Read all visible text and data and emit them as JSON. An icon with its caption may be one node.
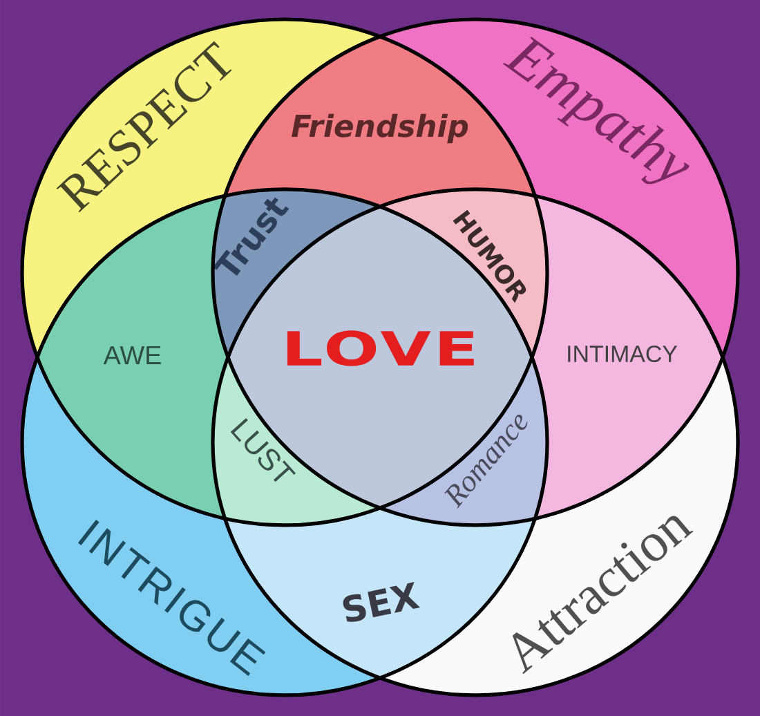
{
  "diagram": {
    "nodes": [
      {
        "text": [
          "RESPECT"
        ]
      },
      {
        "text": [
          "Empathy"
        ]
      },
      {
        "text": [
          "Friendship"
        ]
      },
      {
        "text": [
          "Trust"
        ]
      },
      {
        "text": [
          "HUMOR"
        ]
      },
      {
        "text": [
          "AWE"
        ]
      },
      {
        "text": [
          "LOVE"
        ]
      },
      {
        "text": [
          "INTIMACY"
        ]
      },
      {
        "text": [
          "LUST"
        ]
      },
      {
        "text": [
          "Romance"
        ]
      },
      {
        "text": [
          "INTRIGUE"
        ]
      },
      {
        "text": [
          "SEX"
        ]
      },
      {
        "text": [
          "Attraction"
        ]
      }
    ]
  }
}
